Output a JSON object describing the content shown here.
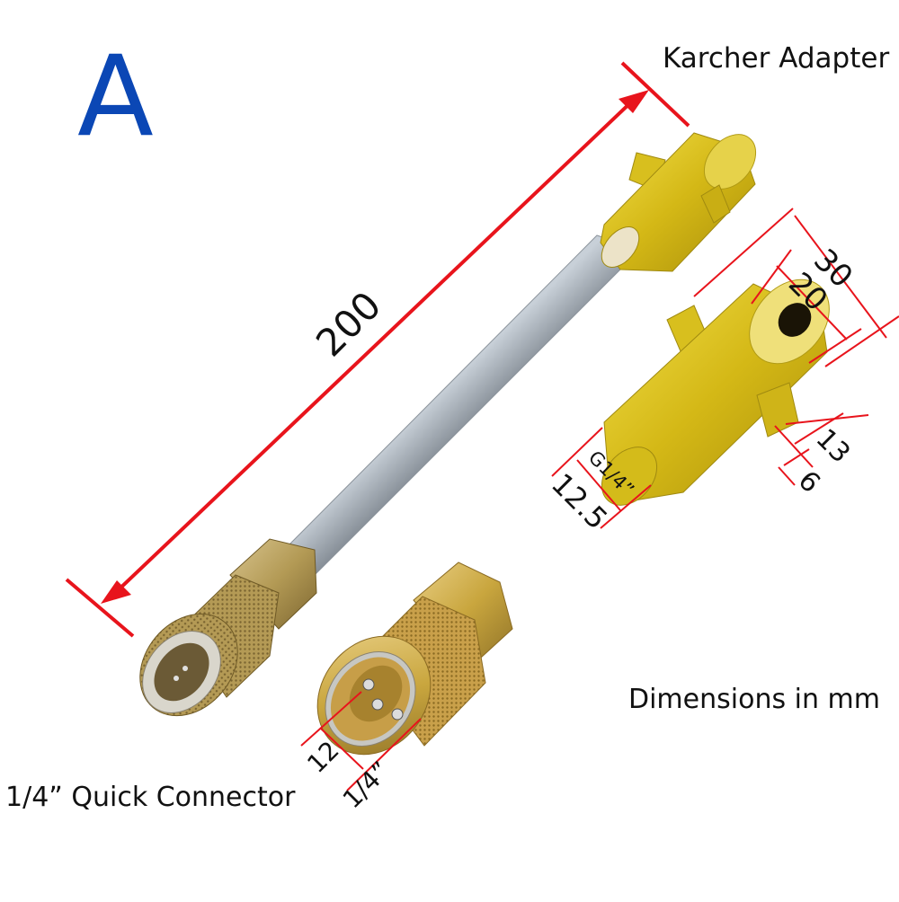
{
  "figure": {
    "variant_label": "A",
    "variant_color": "#0b47b5",
    "dimension_color": "#e8141c",
    "notes": {
      "units": "Dimensions in mm"
    }
  },
  "parts": {
    "karcher_adapter": {
      "label": "Karcher Adapter",
      "color": "#d9c21a"
    },
    "extension_rod": {
      "color": "#b9c2cc"
    },
    "quick_connector": {
      "label": "1/4” Quick Connector",
      "color": "#c9a63e"
    }
  },
  "dimensions": {
    "overall_length": "200",
    "adapter_outer_length": "30",
    "adapter_inner_length": "20",
    "adapter_lug_offset": "13",
    "adapter_lug_width": "6",
    "adapter_thread": "G1/4”",
    "adapter_thread_dia": "12.5",
    "connector_bore": "12",
    "connector_size": "1/4”"
  }
}
